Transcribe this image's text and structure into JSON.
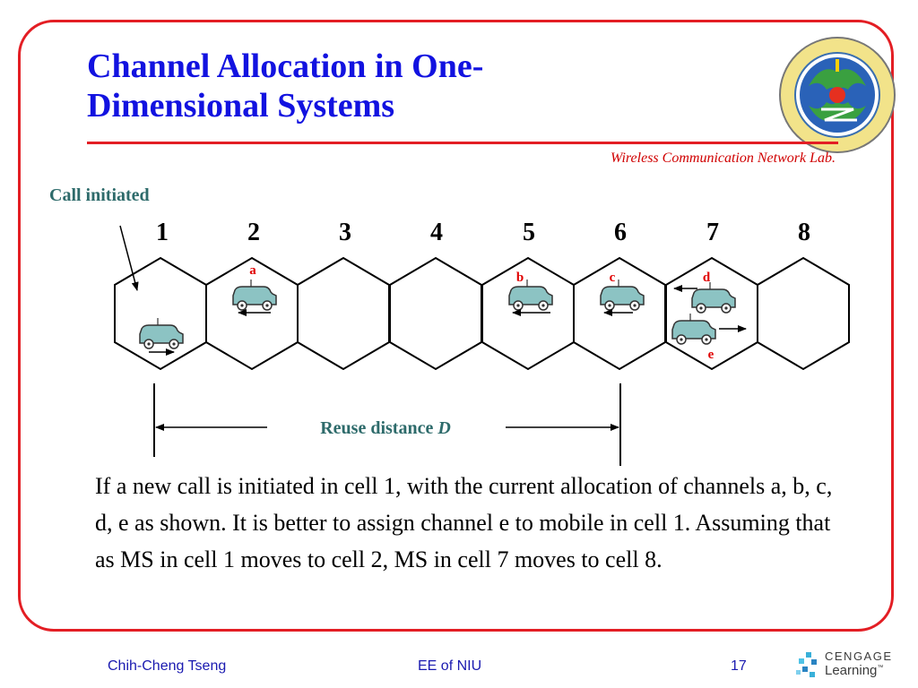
{
  "slide": {
    "title": "Channel Allocation in One-Dimensional Systems",
    "lab": "Wireless Communication Network Lab.",
    "paragraph": "If a new call is initiated in cell 1, with the current allocation of channels a, b, c, d, e as shown. It is better to assign channel e to mobile in cell 1. Assuming that as MS in cell 1 moves to cell 2, MS in cell 7 moves to cell 8."
  },
  "diagram": {
    "call_label": "Call initiated",
    "cells": [
      "1",
      "2",
      "3",
      "4",
      "5",
      "6",
      "7",
      "8"
    ],
    "channels": [
      "a",
      "b",
      "c",
      "d",
      "e"
    ],
    "reuse_label": "Reuse distance",
    "reuse_symbol": "D"
  },
  "footer": {
    "author": "Chih-Cheng Tseng",
    "course": "EE of NIU",
    "page": "17"
  },
  "brand": {
    "publisher_top": "CENGAGE",
    "publisher_bottom": "Learning",
    "trademark": "™"
  },
  "colors": {
    "title": "#1212e0",
    "frame": "#e31e24",
    "lab": "#d00000",
    "annotation": "#2e6b6b",
    "channel_label": "#e00000",
    "car": "#8cc3c3",
    "footer": "#1a1ab0"
  },
  "icons": {
    "car": "car-icon",
    "logo": "university-logo-icon",
    "publisher": "cengage-logo-icon"
  }
}
